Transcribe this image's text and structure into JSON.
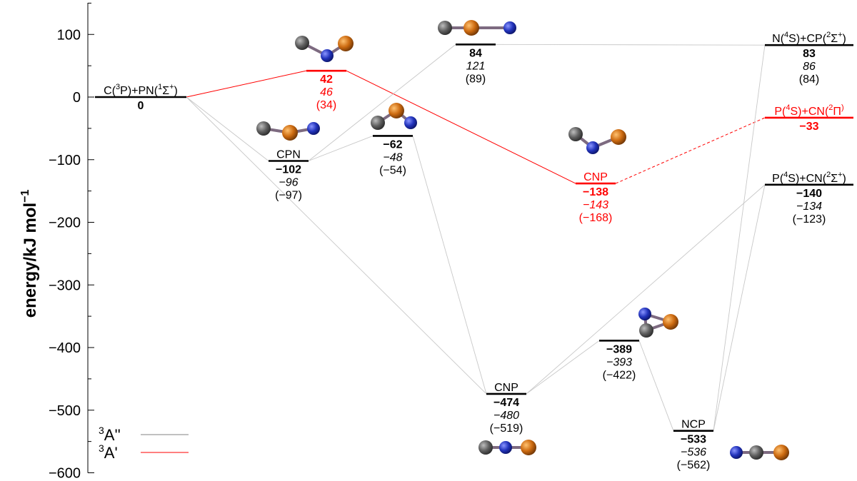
{
  "chart_data": {
    "type": "energy-level-diagram",
    "ylabel_main": "energy/kJ mol",
    "ylabel_sup": "−1",
    "ylim": [
      -600,
      150
    ],
    "yticks": [
      {
        "v": 100,
        "label": "100"
      },
      {
        "v": 0,
        "label": "0"
      },
      {
        "v": -100,
        "label": "−100"
      },
      {
        "v": -200,
        "label": "−200"
      },
      {
        "v": -300,
        "label": "−300"
      },
      {
        "v": -400,
        "label": "−400"
      },
      {
        "v": -500,
        "label": "−500"
      },
      {
        "v": -600,
        "label": "−600"
      }
    ],
    "levels": [
      {
        "id": "reactants",
        "state": "3A''",
        "name_parts": [
          "C(",
          "3",
          "P)+PN(",
          "1",
          "Σ",
          "+",
          ")"
        ],
        "e_bold": "0",
        "e_italic": "",
        "e_paren": "",
        "energy": 0
      },
      {
        "id": "ts42",
        "state": "3A'",
        "name_parts": [],
        "e_bold": "42",
        "e_italic": "46",
        "e_paren": "(34)",
        "energy": 42
      },
      {
        "id": "ts84",
        "state": "3A''",
        "name_parts": [],
        "e_bold": "84",
        "e_italic": "121",
        "e_paren": "(89)",
        "energy": 84
      },
      {
        "id": "cpn",
        "state": "3A''",
        "name_parts": [
          "CPN"
        ],
        "e_bold": "−102",
        "e_italic": "−96",
        "e_paren": "(−97)",
        "energy": -102
      },
      {
        "id": "ts62",
        "state": "3A''",
        "name_parts": [],
        "e_bold": "−62",
        "e_italic": "−48",
        "e_paren": "(−54)",
        "energy": -62
      },
      {
        "id": "cnp_tri",
        "state": "3A'",
        "name_parts": [
          "CNP"
        ],
        "e_bold": "−138",
        "e_italic": "−143",
        "e_paren": "(−168)",
        "energy": -138
      },
      {
        "id": "cnp_lin",
        "state": "3A''",
        "name_parts": [
          "CNP"
        ],
        "e_bold": "−474",
        "e_italic": "−480",
        "e_paren": "(−519)",
        "energy": -474
      },
      {
        "id": "ts389",
        "state": "3A''",
        "name_parts": [],
        "e_bold": "−389",
        "e_italic": "−393",
        "e_paren": "(−422)",
        "energy": -389
      },
      {
        "id": "ncp",
        "state": "3A''",
        "name_parts": [
          "NCP"
        ],
        "e_bold": "−533",
        "e_italic": "−536",
        "e_paren": "(−562)",
        "energy": -533
      },
      {
        "id": "p1",
        "state": "3A''",
        "name_parts": [
          "N(",
          "4",
          "S)+CP(",
          "2",
          "Σ",
          "+",
          ")"
        ],
        "e_bold": "83",
        "e_italic": "86",
        "e_paren": "(84)",
        "energy": 83
      },
      {
        "id": "p2",
        "state": "3A'",
        "name_parts": [
          "P(",
          "4",
          "S)+CN(",
          "2",
          "Π",
          ")"
        ],
        "e_bold": "−33",
        "e_italic": "",
        "e_paren": "",
        "energy": -33
      },
      {
        "id": "p3",
        "state": "3A''",
        "name_parts": [
          "P(",
          "4",
          "S)+CN(",
          "2",
          "Σ",
          "+",
          ")"
        ],
        "e_bold": "−140",
        "e_italic": "−134",
        "e_paren": "(−123)",
        "energy": -140
      }
    ],
    "connections": [
      {
        "from": "reactants",
        "to": "ts42",
        "state": "3A'",
        "dashed": false
      },
      {
        "from": "ts42",
        "to": "cnp_tri",
        "state": "3A'",
        "dashed": false
      },
      {
        "from": "cnp_tri",
        "to": "p2",
        "state": "3A'",
        "dashed": true
      },
      {
        "from": "reactants",
        "to": "cpn",
        "state": "3A''",
        "dashed": false
      },
      {
        "from": "reactants",
        "to": "cnp_lin",
        "state": "3A''",
        "dashed": false
      },
      {
        "from": "cpn",
        "to": "ts84",
        "state": "3A''",
        "dashed": false
      },
      {
        "from": "cpn",
        "to": "ts62",
        "state": "3A''",
        "dashed": false
      },
      {
        "from": "ts84",
        "to": "p1",
        "state": "3A''",
        "dashed": false
      },
      {
        "from": "ts62",
        "to": "cnp_lin",
        "state": "3A''",
        "dashed": false
      },
      {
        "from": "cnp_lin",
        "to": "ts389",
        "state": "3A''",
        "dashed": false
      },
      {
        "from": "cnp_lin",
        "to": "p3",
        "state": "3A''",
        "dashed": false
      },
      {
        "from": "ts389",
        "to": "ncp",
        "state": "3A''",
        "dashed": false
      },
      {
        "from": "ncp",
        "to": "p1",
        "state": "3A''",
        "dashed": false
      },
      {
        "from": "ncp",
        "to": "p3",
        "state": "3A''",
        "dashed": false
      }
    ],
    "molecules": [
      {
        "level": "ts42",
        "atoms": [
          "C",
          "N",
          "P"
        ]
      },
      {
        "level": "ts84",
        "atoms": [
          "C",
          "P",
          "N"
        ]
      },
      {
        "level": "cpn",
        "atoms": [
          "C",
          "P",
          "N"
        ]
      },
      {
        "level": "ts62",
        "atoms": [
          "C",
          "P",
          "N"
        ]
      },
      {
        "level": "cnp_tri",
        "atoms": [
          "C",
          "N",
          "P"
        ]
      },
      {
        "level": "cnp_lin",
        "atoms": [
          "C",
          "N",
          "P"
        ]
      },
      {
        "level": "ts389",
        "atoms": [
          "N",
          "C",
          "P"
        ]
      },
      {
        "level": "ncp",
        "atoms": [
          "N",
          "C",
          "P"
        ]
      }
    ],
    "legend": [
      {
        "state": "3A''",
        "base": "A",
        "sup": "3",
        "primes": "''"
      },
      {
        "state": "3A'",
        "base": "A",
        "sup": "3",
        "primes": "'"
      }
    ],
    "colors": {
      "3A''": "#000000",
      "3A'": "#ff0000",
      "connector_3A''": "#c8c8c8",
      "connector_3A'": "#ff0000",
      "legend_3A''": "#808080",
      "legend_3A'": "#ff0000",
      "atom_C": "#5f5f5f",
      "atom_N": "#2233bb",
      "atom_P": "#cc6a10"
    }
  }
}
